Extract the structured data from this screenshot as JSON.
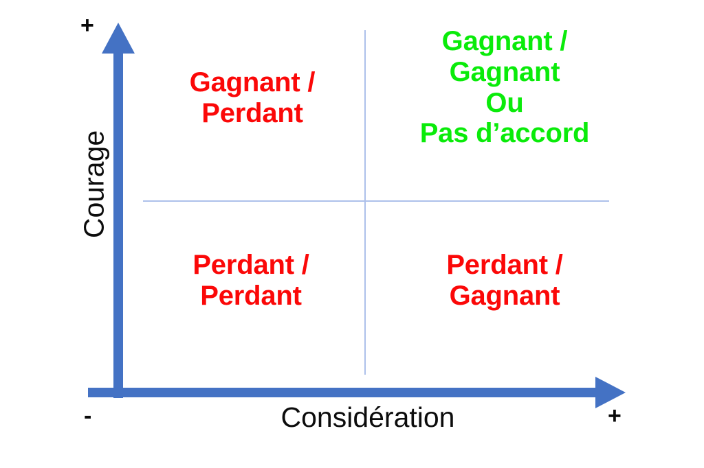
{
  "diagram": {
    "type": "2x2-matrix",
    "axes": {
      "x": {
        "label": "Considération",
        "negative_sign": "-",
        "positive_sign": "+",
        "color": "#4472c4"
      },
      "y": {
        "label": "Courage",
        "positive_sign": "+",
        "color": "#4472c4"
      }
    },
    "quadrants": [
      {
        "position": "top-left",
        "text": "Gagnant /\nPerdant",
        "color": "#fb0808"
      },
      {
        "position": "top-right",
        "text": "Gagnant /\nGagnant\nOu\nPas d’accord",
        "color": "#0aeb0a"
      },
      {
        "position": "bottom-left",
        "text": "Perdant /\nPerdant",
        "color": "#fb0808"
      },
      {
        "position": "bottom-right",
        "text": "Perdant /\nGagnant",
        "color": "#fb0808"
      }
    ],
    "gridline_color": "#adc0ea"
  }
}
